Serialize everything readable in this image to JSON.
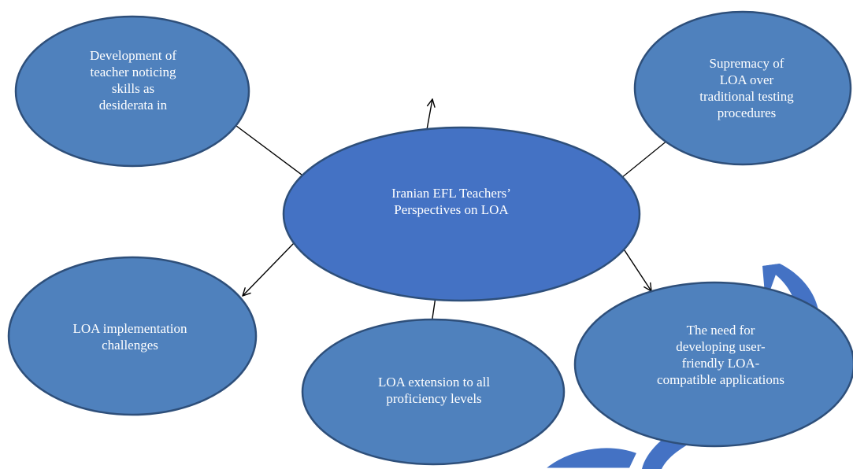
{
  "diagram": {
    "center": {
      "text": "Iranian EFL Teachers’\nPerspectives on LOA"
    },
    "nodes": [
      {
        "id": "development",
        "text": "Development of\nteacher noticing\nskills as\ndesiderata in"
      },
      {
        "id": "supremacy",
        "text": "Supremacy of\nLOA over\ntraditional testing\nprocedures"
      },
      {
        "id": "challenges",
        "text": "LOA implementation\nchallenges"
      },
      {
        "id": "extension",
        "text": "LOA extension to all\nproficiency levels"
      },
      {
        "id": "applications",
        "text": "The need for\ndeveloping user-\nfriendly LOA-\ncompatible applications"
      }
    ]
  },
  "colors": {
    "center_fill": "#4472c4",
    "node_fill": "#4f81bd",
    "node_stroke": "#2e4f7a",
    "connector": "#000000",
    "decoration": "#4472c4",
    "text": "#ffffff"
  }
}
